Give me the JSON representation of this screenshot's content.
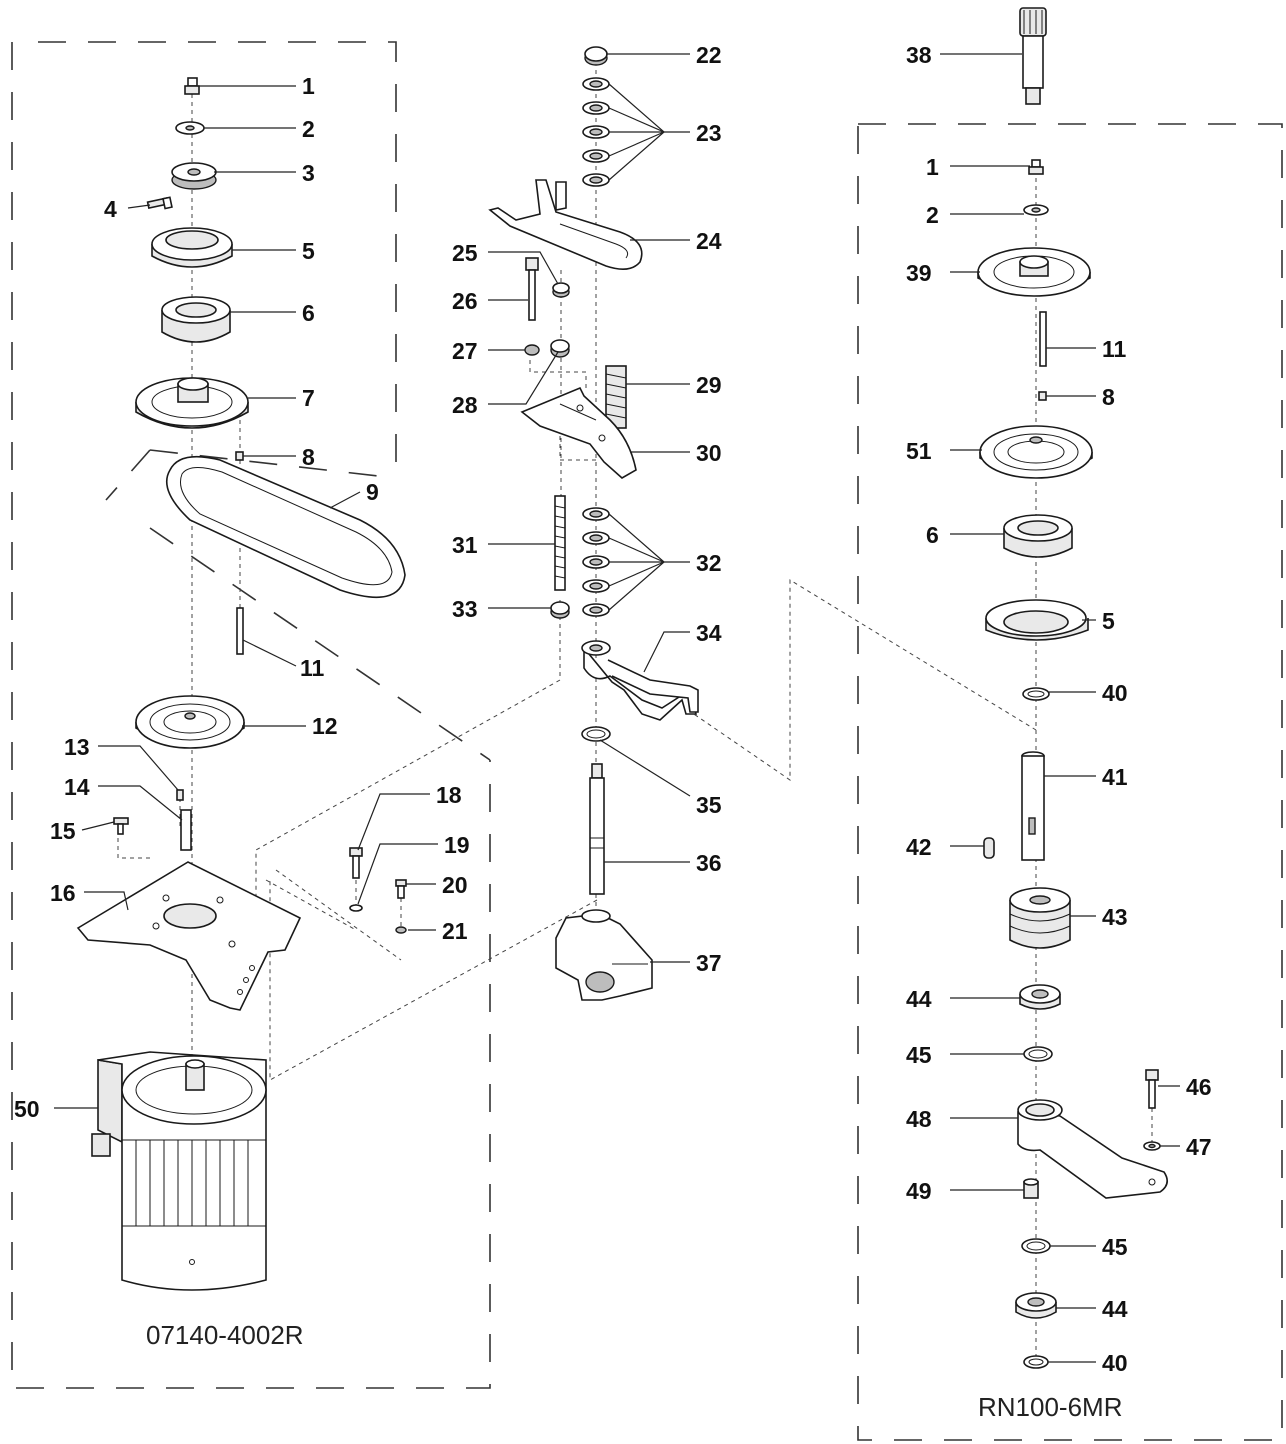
{
  "assemblies": [
    {
      "id": "left",
      "code": "07140-4002R"
    },
    {
      "id": "right",
      "code": "RN100-6MR"
    }
  ],
  "callouts": {
    "left": [
      "1",
      "2",
      "3",
      "4",
      "5",
      "6",
      "7",
      "8",
      "9",
      "11",
      "12",
      "13",
      "14",
      "15",
      "16",
      "18",
      "19",
      "20",
      "21",
      "50"
    ],
    "center": [
      "22",
      "23",
      "24",
      "25",
      "26",
      "27",
      "28",
      "29",
      "30",
      "31",
      "32",
      "33",
      "34",
      "35",
      "36",
      "37"
    ],
    "right": [
      "38",
      "1",
      "2",
      "39",
      "11",
      "8",
      "51",
      "6",
      "5",
      "40",
      "41",
      "42",
      "43",
      "44",
      "45",
      "46",
      "47",
      "48",
      "49",
      "45",
      "44",
      "40"
    ]
  }
}
